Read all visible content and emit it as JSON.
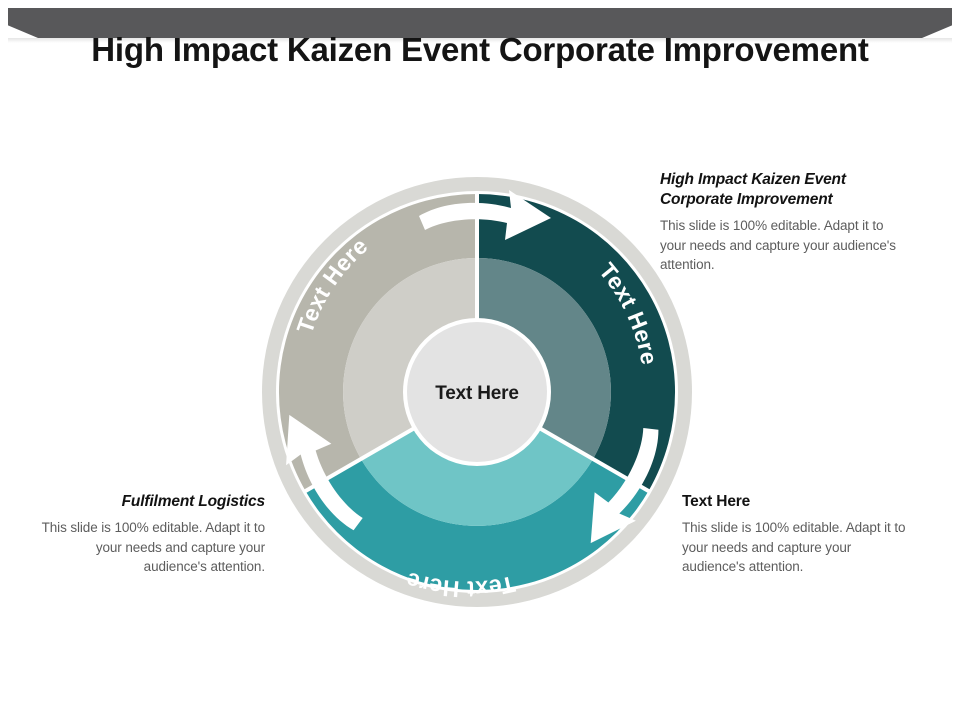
{
  "slide": {
    "title": "High Impact Kaizen Event Corporate Improvement",
    "background_color": "#ffffff",
    "header_bar_color": "#58585a"
  },
  "diagram": {
    "type": "three-segment-cycle-donut",
    "center_label": "Text Here",
    "center_circle_color": "#e3e3e3",
    "outer_rim_color": "#d8d8d4",
    "divider_color": "#ffffff",
    "arrow_color": "#ffffff",
    "segments": [
      {
        "id": "segment-top-right",
        "label": "Text Here",
        "outer_color": "#124b4f",
        "inner_color": "#567b7e",
        "start_angle_deg": 0,
        "end_angle_deg": 120
      },
      {
        "id": "segment-bottom",
        "label": "Text Here",
        "outer_color": "#2e9da4",
        "inner_color": "#6fc5c6",
        "start_angle_deg": 120,
        "end_angle_deg": 240
      },
      {
        "id": "segment-left",
        "label": "Text Here",
        "outer_color": "#b7b6ac",
        "inner_color": "#cfcec8",
        "start_angle_deg": 240,
        "end_angle_deg": 360
      }
    ],
    "arrows": [
      {
        "id": "arrow-top",
        "direction": "clockwise"
      },
      {
        "id": "arrow-bottom-right",
        "direction": "clockwise"
      },
      {
        "id": "arrow-bottom-left",
        "direction": "clockwise"
      }
    ]
  },
  "callouts": [
    {
      "id": "callout-top-right",
      "heading": "High Impact Kaizen Event Corporate Improvement",
      "heading_style": "bold-italic",
      "body": "This slide is 100% editable. Adapt it to your needs and capture your audience's attention.",
      "align": "left"
    },
    {
      "id": "callout-bottom-right",
      "heading": "Text Here",
      "heading_style": "bold",
      "body": "This slide is 100% editable. Adapt it to your needs and capture your audience's attention.",
      "align": "left"
    },
    {
      "id": "callout-left",
      "heading": "Fulfilment Logistics",
      "heading_style": "bold-italic",
      "body": "This slide is 100% editable. Adapt it to your needs and capture your audience's attention.",
      "align": "right"
    }
  ]
}
